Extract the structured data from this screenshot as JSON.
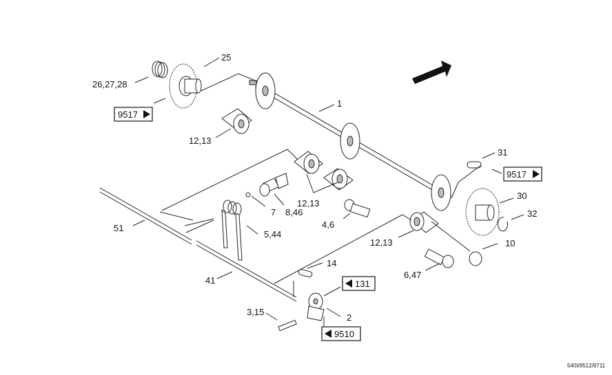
{
  "diagram": {
    "labels": {
      "l25": "25",
      "l26": "26,27,28",
      "l1": "1",
      "l12a": "12,13",
      "l31": "31",
      "l30": "30",
      "l32": "32",
      "l7": "7",
      "l846": "8,46",
      "l12b": "12,13",
      "l46": "4,6",
      "l51": "51",
      "l544": "5,44",
      "l12c": "12,13",
      "l10": "10",
      "l647": "6,47",
      "l14": "14",
      "l41": "41",
      "l315": "3,15",
      "l2": "2"
    },
    "refs": {
      "r9517a": "9517",
      "r9517b": "9517",
      "r131": "131",
      "r9510": "9510"
    },
    "footer": "540I/9512/9711"
  }
}
